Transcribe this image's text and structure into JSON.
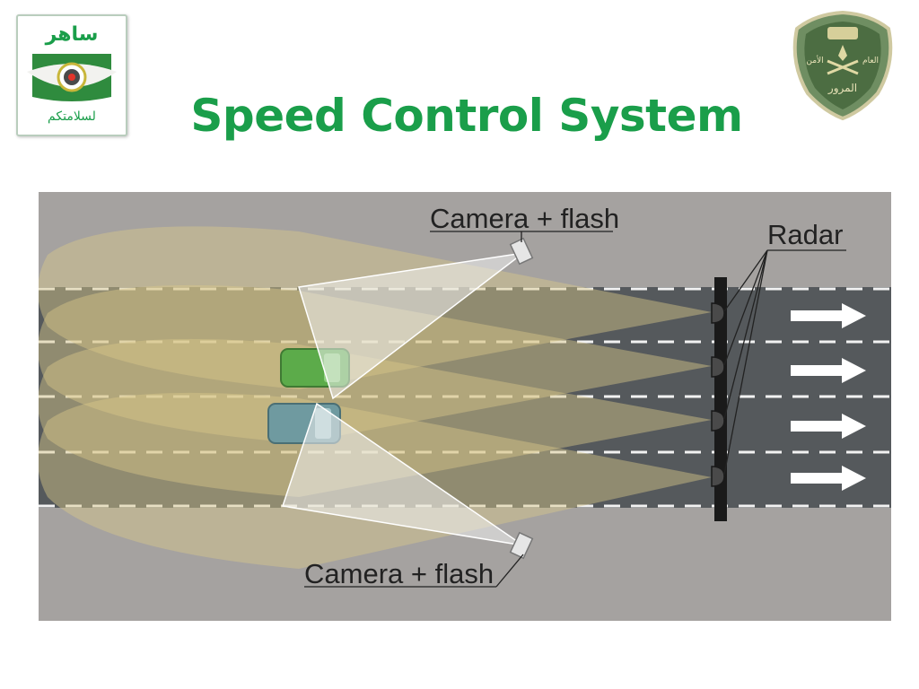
{
  "title": "Speed Control System",
  "logos": {
    "saher_name": "ساهر",
    "saher_slogan": "لسلامتكم",
    "emblem_text_left": "الأمن",
    "emblem_text_right": "العام",
    "emblem_text_bottom": "المرور"
  },
  "diagram": {
    "camera_top_label": "Camera + flash",
    "camera_bottom_label": "Camera + flash",
    "radar_label": "Radar",
    "lane_count": 4,
    "radar_unit_count": 4,
    "direction_arrow_count": 4
  },
  "colors": {
    "title": "#1a9e4a",
    "road": "#55595c",
    "shoulder": "#a5a2a0",
    "radar_beam": "#d9c88a",
    "car_green": "#5cab4a",
    "car_teal": "#6f9aa0",
    "mast": "#1a1a1a"
  },
  "icons": {
    "lens": "camera-lens-icon",
    "direction": "right-arrow-icon"
  }
}
